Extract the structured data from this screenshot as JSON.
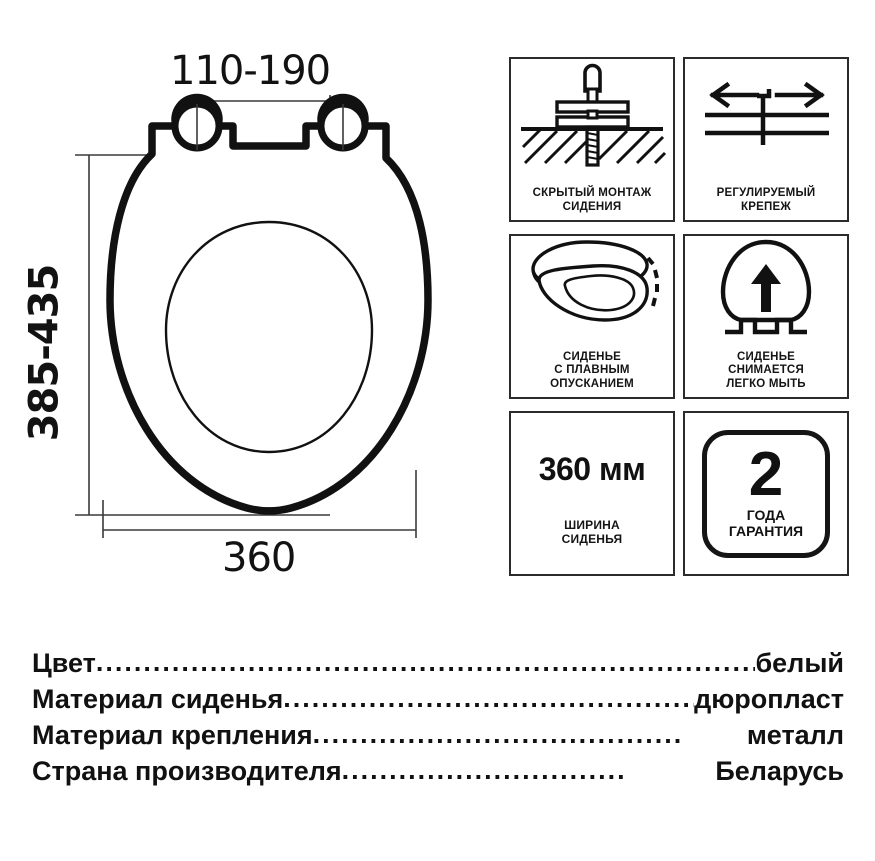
{
  "drawing": {
    "name": "toilet-seat-technical-drawing",
    "dimensions": {
      "hinge_spacing": "110-190",
      "length": "385-435",
      "width": "360"
    }
  },
  "features": [
    {
      "icon": "hidden-mounting-bolt-icon",
      "caption": "СКРЫТЫЙ МОНТАЖ\nСИДЕНИЯ"
    },
    {
      "icon": "adjustable-fastener-arrows-icon",
      "caption": "РЕГУЛИРУЕМЫЙ\nКРЕПЕЖ"
    },
    {
      "icon": "soft-close-seat-icon",
      "caption": "СИДЕНЬЕ\nС ПЛАВНЫМ\nОПУСКАНИЕМ"
    },
    {
      "icon": "removable-seat-arrow-icon",
      "caption": "СИДЕНЬЕ\nСНИМАЕТСЯ\nЛЕГКО МЫТЬ"
    }
  ],
  "width_card": {
    "value": "360 мм",
    "caption": "ШИРИНА\nСИДЕНЬЯ"
  },
  "warranty_card": {
    "number": "2",
    "caption": "ГОДА\nГАРАНТИЯ"
  },
  "specs": [
    {
      "label": "Цвет",
      "dots": "..........................................................................",
      "value": "белый"
    },
    {
      "label": "Материал сиденья",
      "dots": "..............................................",
      "value": "дюропласт"
    },
    {
      "label": "Материал крепления",
      "dots": ".......................................",
      "value": "металл"
    },
    {
      "label": "Страна производителя",
      "dots": "..............................",
      "value": "Беларусь"
    }
  ],
  "colors": {
    "ink": "#121212",
    "background": "#ffffff"
  }
}
